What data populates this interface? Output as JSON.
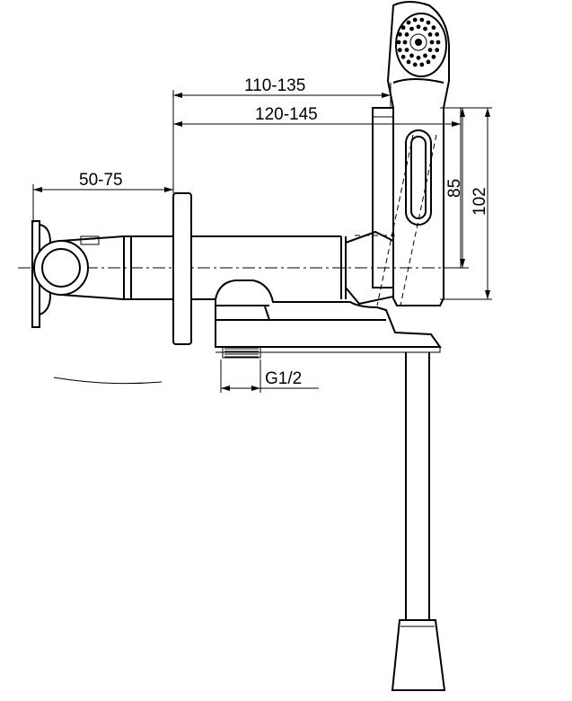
{
  "dimensions": {
    "d_110_135": "110-135",
    "d_120_145": "120-145",
    "d_50_75": "50-75",
    "d_85": "85",
    "d_102": "102",
    "thread": "G1/2"
  }
}
